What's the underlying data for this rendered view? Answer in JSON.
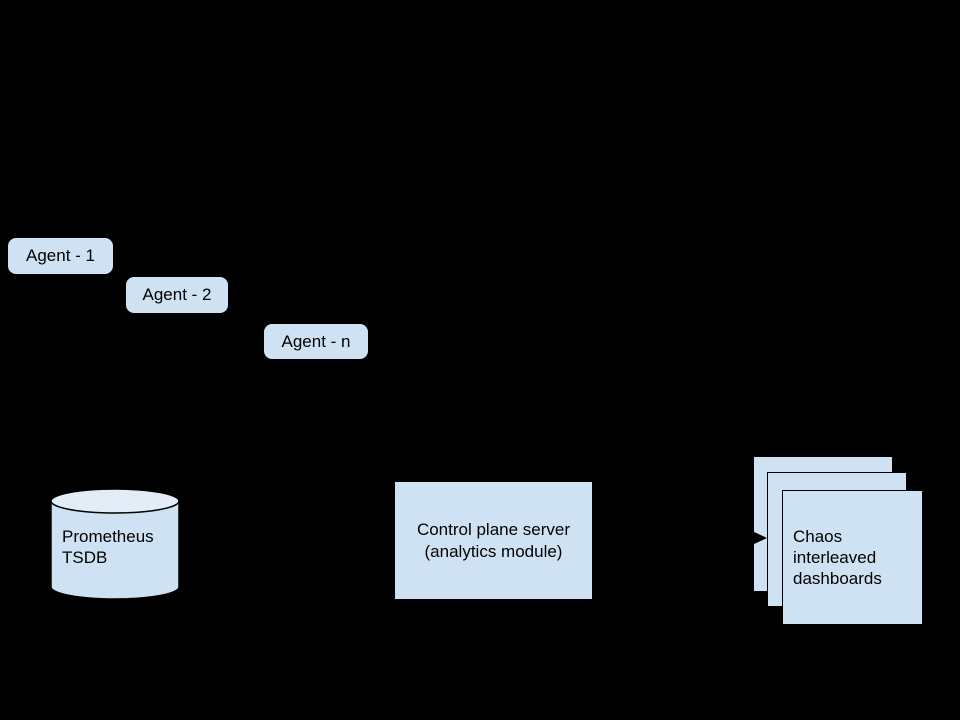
{
  "diagram": {
    "background": "#000000",
    "colors": {
      "background": "#000000",
      "node_fill": "#cfe2f3",
      "cylinder_top_fill": "#e3edf8",
      "node_border": "#000000",
      "text": "#000000"
    },
    "agents": [
      {
        "label": "Agent - 1"
      },
      {
        "label": "Agent - 2"
      },
      {
        "label": "Agent - n"
      }
    ],
    "tsdb": {
      "lines": [
        "Prometheus",
        "TSDB"
      ]
    },
    "control_plane": {
      "lines": [
        "Control plane server",
        "(analytics module)"
      ]
    },
    "dashboards": {
      "stack_count": 3,
      "lines": [
        "Chaos",
        "interleaved",
        "dashboards"
      ]
    }
  }
}
